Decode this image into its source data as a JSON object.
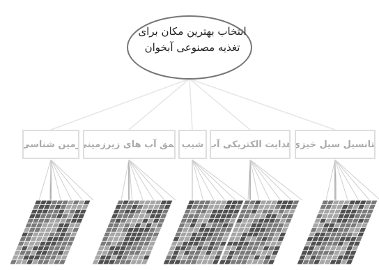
{
  "goal": {
    "line1": "انتخاب بهترین مکان برای",
    "line2": "تغذیه مصنوعی آبخوان"
  },
  "criteria": [
    {
      "label": "زمین شناسی"
    },
    {
      "label": "عمق آب های زیرزمینی"
    },
    {
      "label": "شیب"
    },
    {
      "label": "هدایت الکتریکی آب"
    },
    {
      "label": "پتانسیل سیل خیزی"
    }
  ],
  "colors": {
    "line": "#e6e6e6",
    "box_border": "#dedede",
    "label_text": "#ababab",
    "grid_line": "#ffffff",
    "cell_dark": "#505050",
    "cell_mid": "#7a7a7a",
    "cell_light": "#a6a6a6"
  }
}
